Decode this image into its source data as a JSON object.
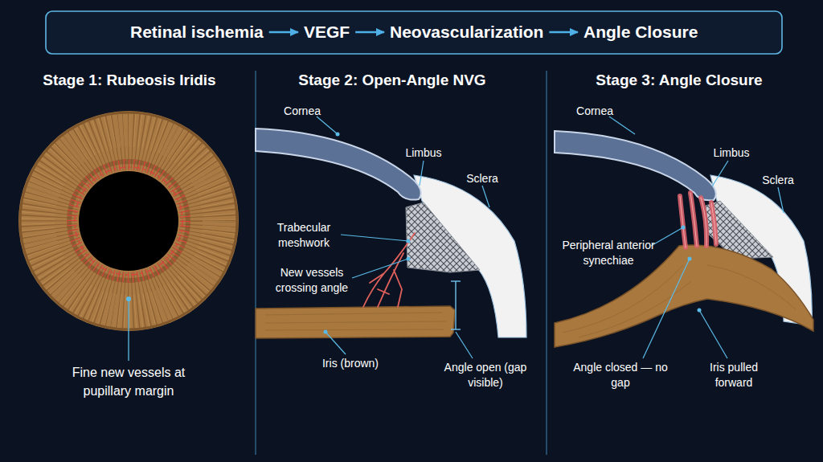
{
  "diagram": {
    "nodes": [
      {
        "text": [
          "Retinal ischemia"
        ]
      },
      {
        "text": [
          "VEGF"
        ]
      },
      {
        "text": [
          "Neovascularization"
        ]
      },
      {
        "text": [
          "Angle Closure"
        ]
      }
    ],
    "edges": [
      {
        "from": 0,
        "to": 1,
        "arrow": "to"
      },
      {
        "from": 1,
        "to": 2,
        "arrow": "to"
      },
      {
        "from": 2,
        "to": 3,
        "arrow": "to"
      }
    ],
    "labels": [
      "Stage 1: Rubeosis Iridis",
      "Stage 2: Open-Angle NVG",
      "Stage 3: Angle Closure",
      "Fine new vessels at pupillary margin",
      "Cornea",
      "Limbus",
      "Sclera",
      "Trabecular meshwork",
      "New vessels crossing angle",
      "Iris (brown)",
      "Angle open (gap visible)",
      "Cornea",
      "Limbus",
      "Sclera",
      "Peripheral anterior synechiae",
      "Angle closed — no gap",
      "Iris pulled forward"
    ]
  }
}
